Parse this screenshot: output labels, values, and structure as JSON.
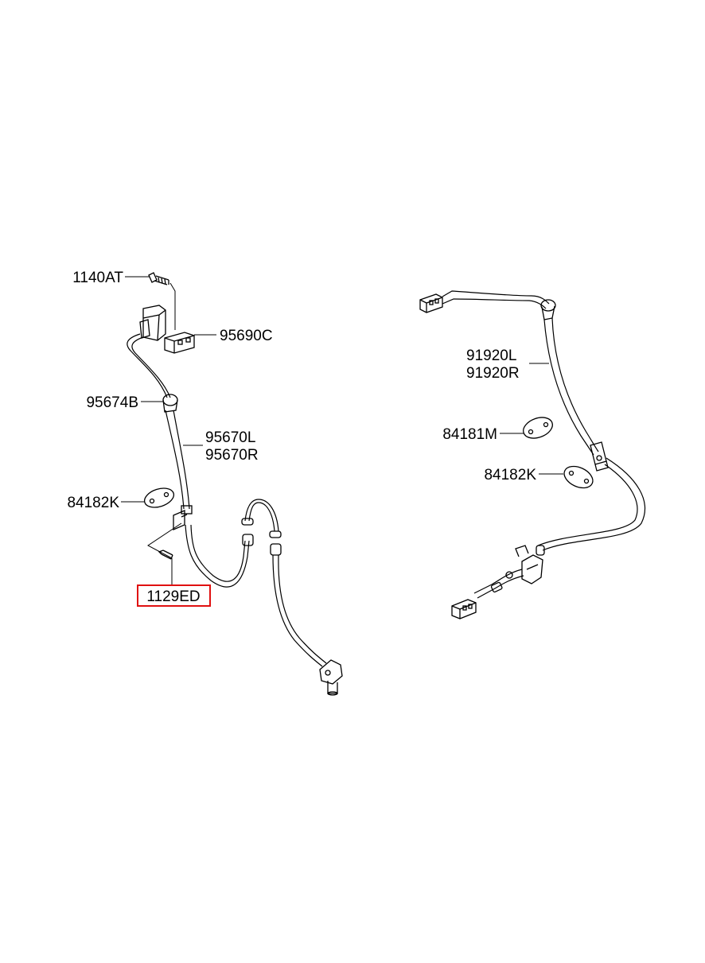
{
  "labels": {
    "p1140AT": "1140AT",
    "p95690C": "95690C",
    "p95674B": "95674B",
    "p95670L": "95670L",
    "p95670R": "95670R",
    "p84182K_left": "84182K",
    "p1129ED": "1129ED",
    "p91920L": "91920L",
    "p91920R": "91920R",
    "p84181M": "84181M",
    "p84182K_right": "84182K"
  },
  "highlight": {
    "part": "1129ED",
    "color": "#e01010"
  }
}
